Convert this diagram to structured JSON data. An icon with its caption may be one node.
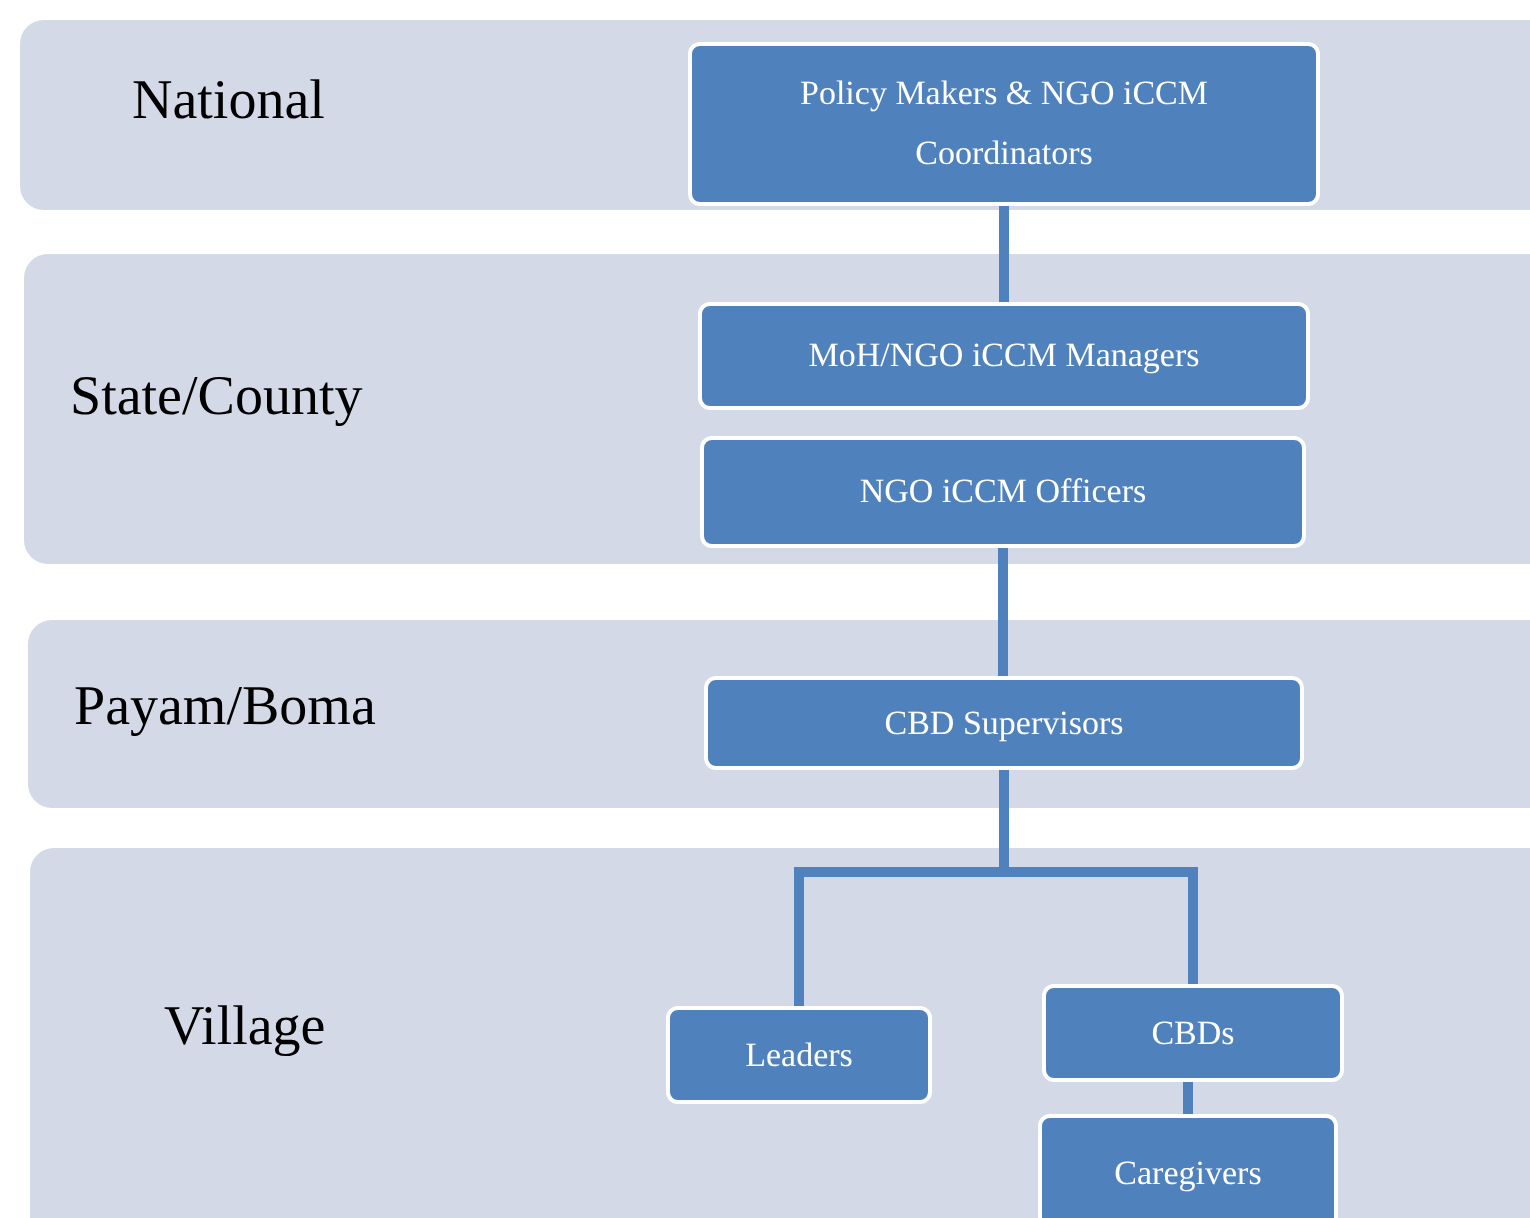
{
  "diagram": {
    "nodes": [
      {
        "text": [
          "National"
        ]
      },
      {
        "text": [
          "Policy Makers & NGO iCCM Coordinators"
        ],
        "in": 0
      },
      {
        "text": [
          "State/County"
        ]
      },
      {
        "text": [
          "MoH/NGO iCCM Managers"
        ],
        "in": 2
      },
      {
        "text": [
          "NGO iCCM Officers"
        ],
        "in": 2
      },
      {
        "text": [
          "Payam/Boma"
        ]
      },
      {
        "text": [
          "CBD Supervisors"
        ],
        "in": 5
      },
      {
        "text": [
          "Village"
        ]
      },
      {
        "text": [
          "Leaders"
        ],
        "in": 7
      },
      {
        "text": [
          "CBDs"
        ],
        "in": 7
      },
      {
        "text": [
          "Caregivers"
        ],
        "in": 7
      }
    ],
    "edges": [
      {
        "from": 1,
        "to": 3,
        "arrow": "none"
      },
      {
        "from": 4,
        "to": 6,
        "arrow": "none"
      },
      {
        "from": 6,
        "to": 8,
        "arrow": "none"
      },
      {
        "from": 6,
        "to": 9,
        "arrow": "none"
      },
      {
        "from": 9,
        "to": 10,
        "arrow": "none"
      }
    ]
  }
}
